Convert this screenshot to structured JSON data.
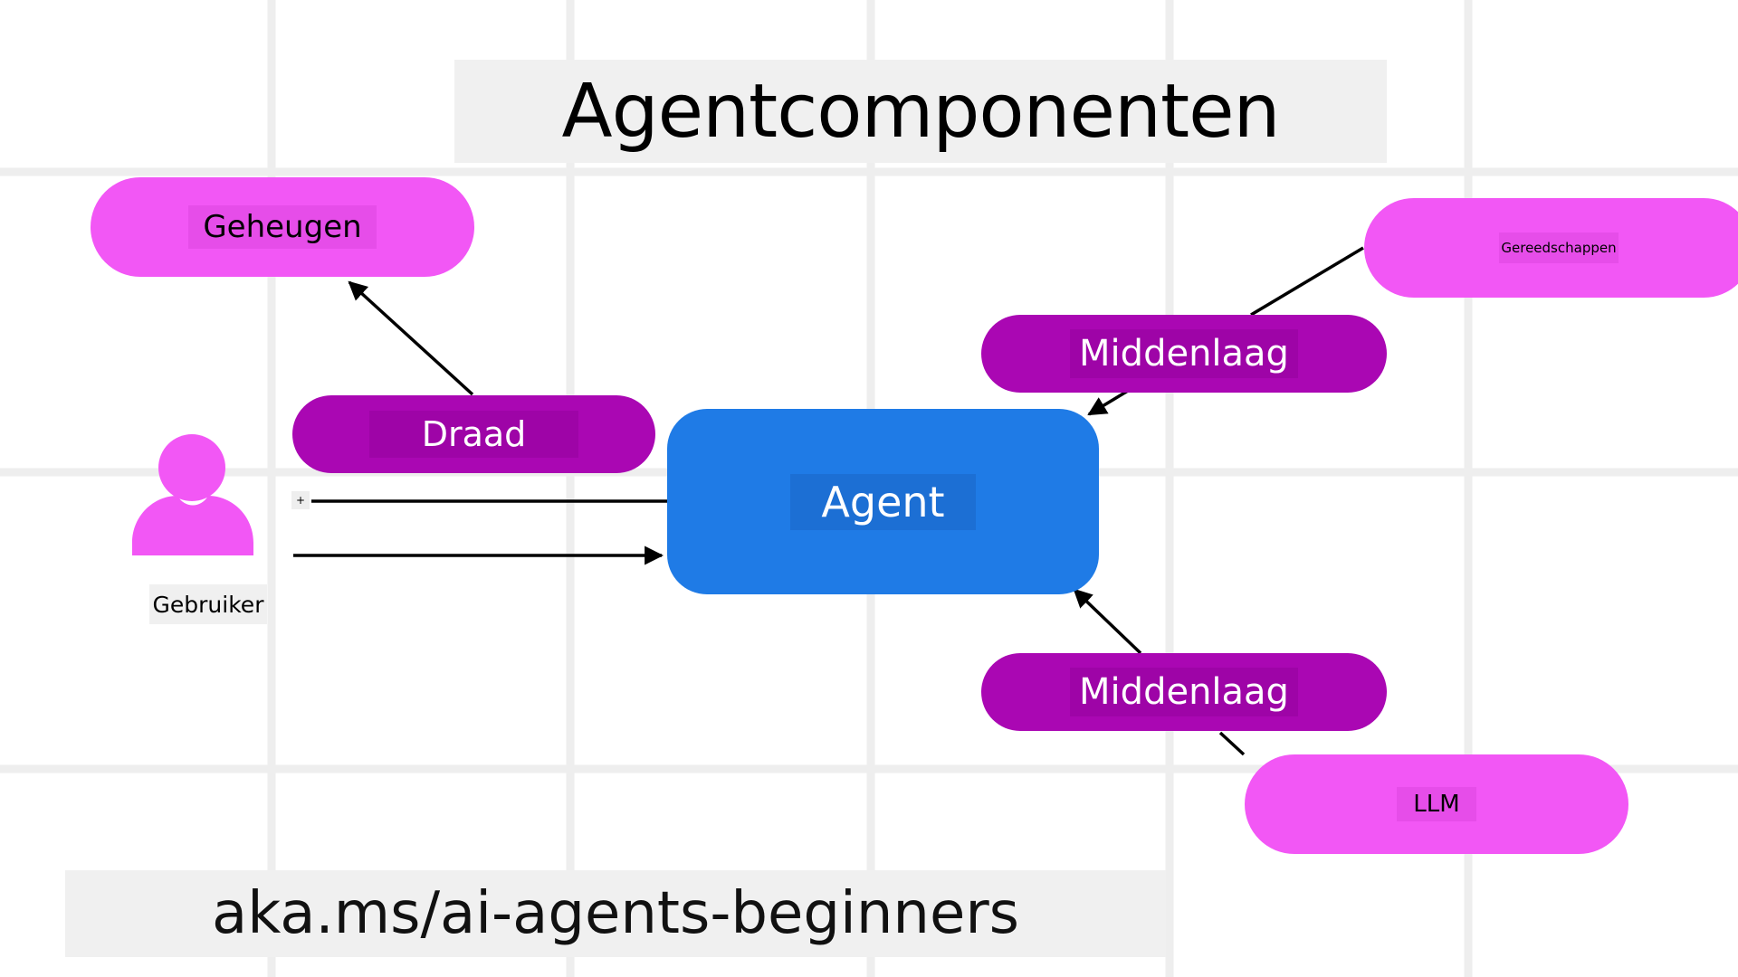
{
  "title": "Agentcomponenten",
  "footer": "aka.ms/ai-agents-beginners",
  "nodes": {
    "memory": "Geheugen",
    "thread": "Draad",
    "agent": "Agent",
    "tools": "Gereedschappen",
    "middleware_top": "Middenlaag",
    "middleware_bottom": "Middenlaag",
    "llm": "LLM",
    "user": "Gebruiker"
  },
  "plus_tag": "+",
  "colors": {
    "pink": "#f257f5",
    "purple": "#aa07b3",
    "agent_blue": "#1f7be6",
    "grid": "#eeeeee"
  },
  "icons": {
    "user": "person-icon"
  }
}
